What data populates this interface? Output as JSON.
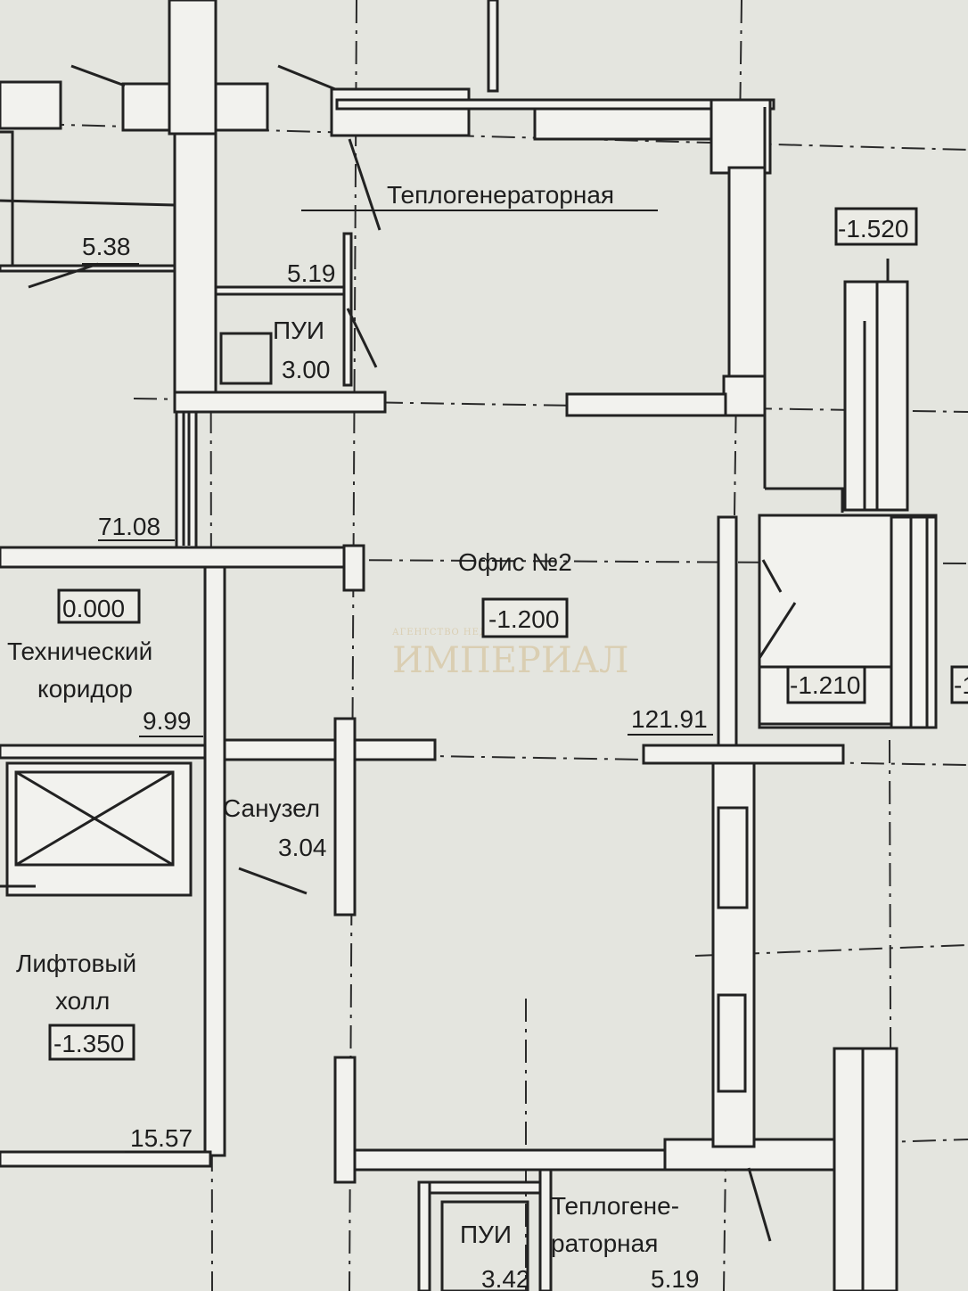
{
  "rooms": {
    "teplogen_top": "Теплогенераторная",
    "area_5_38": "5.38",
    "area_5_19_top": "5.19",
    "pui_top": "ПУИ",
    "area_3_00": "3.00",
    "area_71_08": "71.08",
    "office": "Офис №2",
    "level_office": "-1.200",
    "level_0000": "0.000",
    "tech_corridor_line1": "Технический",
    "tech_corridor_line2": "коридор",
    "area_9_99": "9.99",
    "area_121_91": "121.91",
    "level_1_210": "-1.210",
    "level_1_520": "-1.520",
    "level_cut": "-1",
    "sanuzel": "Санузел",
    "area_3_04": "3.04",
    "lift_line1": "Лифтовый",
    "lift_line2": "холл",
    "level_1_350": "-1.350",
    "area_15_57": "15.57",
    "pui_bottom": "ПУИ",
    "area_3_42": "3.42",
    "teplogen_bottom_line1": "Теплогене-",
    "teplogen_bottom_line2": "раторная",
    "area_5_19_bottom": "5.19"
  },
  "watermark": {
    "brand": "ИМПЕРИАЛ",
    "tagline": "АГЕНТСТВО НЕДВИЖИМОСТИ"
  }
}
